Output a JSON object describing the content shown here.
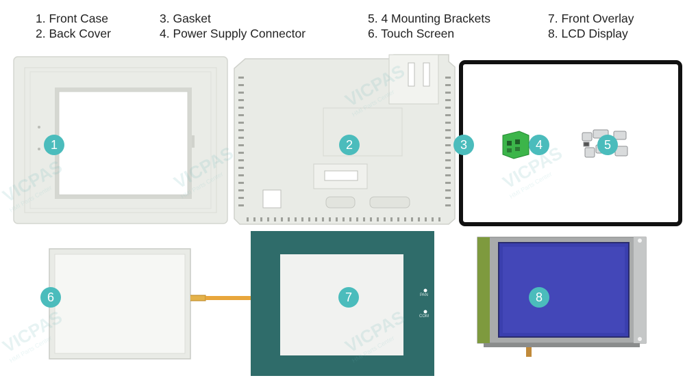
{
  "legend": [
    "1. Front Case",
    "2. Back Cover",
    "3. Gasket",
    "4. Power Supply Connector",
    "5. 4 Mounting Brackets",
    "6. Touch Screen",
    "7. Front Overlay",
    "8. LCD Display"
  ],
  "badges": [
    "1",
    "2",
    "3",
    "4",
    "5",
    "6",
    "7",
    "8"
  ],
  "overlay_labels": {
    "top": "PAN",
    "bottom": "COM"
  },
  "watermark": {
    "brand": "VICPAS",
    "sub": "HMI Parts Center"
  },
  "colors": {
    "badge": "#4bbcbc",
    "case": "#e9ebe6",
    "overlay_frame": "#2f6c6a",
    "lcd_blue": "#3a3fae",
    "lcd_pcb": "#7e9a3e",
    "connector_green": "#3cb54a"
  }
}
